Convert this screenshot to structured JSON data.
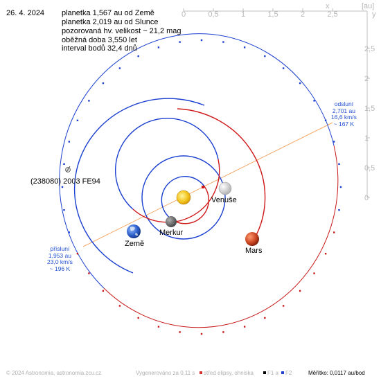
{
  "header": {
    "date": "26. 4. 2024",
    "lines": [
      "planetka 1,567 au od Země",
      "planetka 2,019 au od Slunce",
      "pozorovaná hv. velikost ~ 21,2 mag",
      "oběžná doba 3,550 let",
      "interval bodů 32,4 dnů"
    ]
  },
  "axes": {
    "x_ticks": [
      "0",
      "0,5",
      "1",
      "1,5",
      "2",
      "2,5"
    ],
    "x_label": "x",
    "y_ticks": [
      "2,5",
      "2",
      "1,5",
      "1",
      "0,5",
      "0"
    ],
    "y_label": "y",
    "unit": "[au]"
  },
  "bodies": {
    "asteroid": "(238080) 2003 FE94",
    "venus": "Venuše",
    "mercury": "Merkur",
    "earth": "Země",
    "mars": "Mars"
  },
  "aphelion": {
    "label": "odsluní",
    "dist": "2,701 au",
    "speed": "16,6 km/s",
    "temp": "~ 167 K"
  },
  "perihelion": {
    "label": "přísluní",
    "dist": "1,953 au",
    "speed": "23,0 km/s",
    "temp": "~ 196 K"
  },
  "footer": {
    "copyright": "© 2024 Astronomia, astronomia.zcu.cz",
    "generated": "Vygenerováno za 0,11 s",
    "center_legend": "střed elipsy, ohniska",
    "f1": "F1 a",
    "f2": "F2",
    "scale": "Měřítko: 0,0117 au/bod"
  },
  "colors": {
    "orbit_blue": "#1a3fd0",
    "orbit_red": "#d01818",
    "asteroid_blue": "#1a3fd0",
    "asteroid_red": "#c81818",
    "apsis_line": "#f4a868",
    "axis_gray": "#c0c0c0",
    "sun": "#f0c020"
  }
}
